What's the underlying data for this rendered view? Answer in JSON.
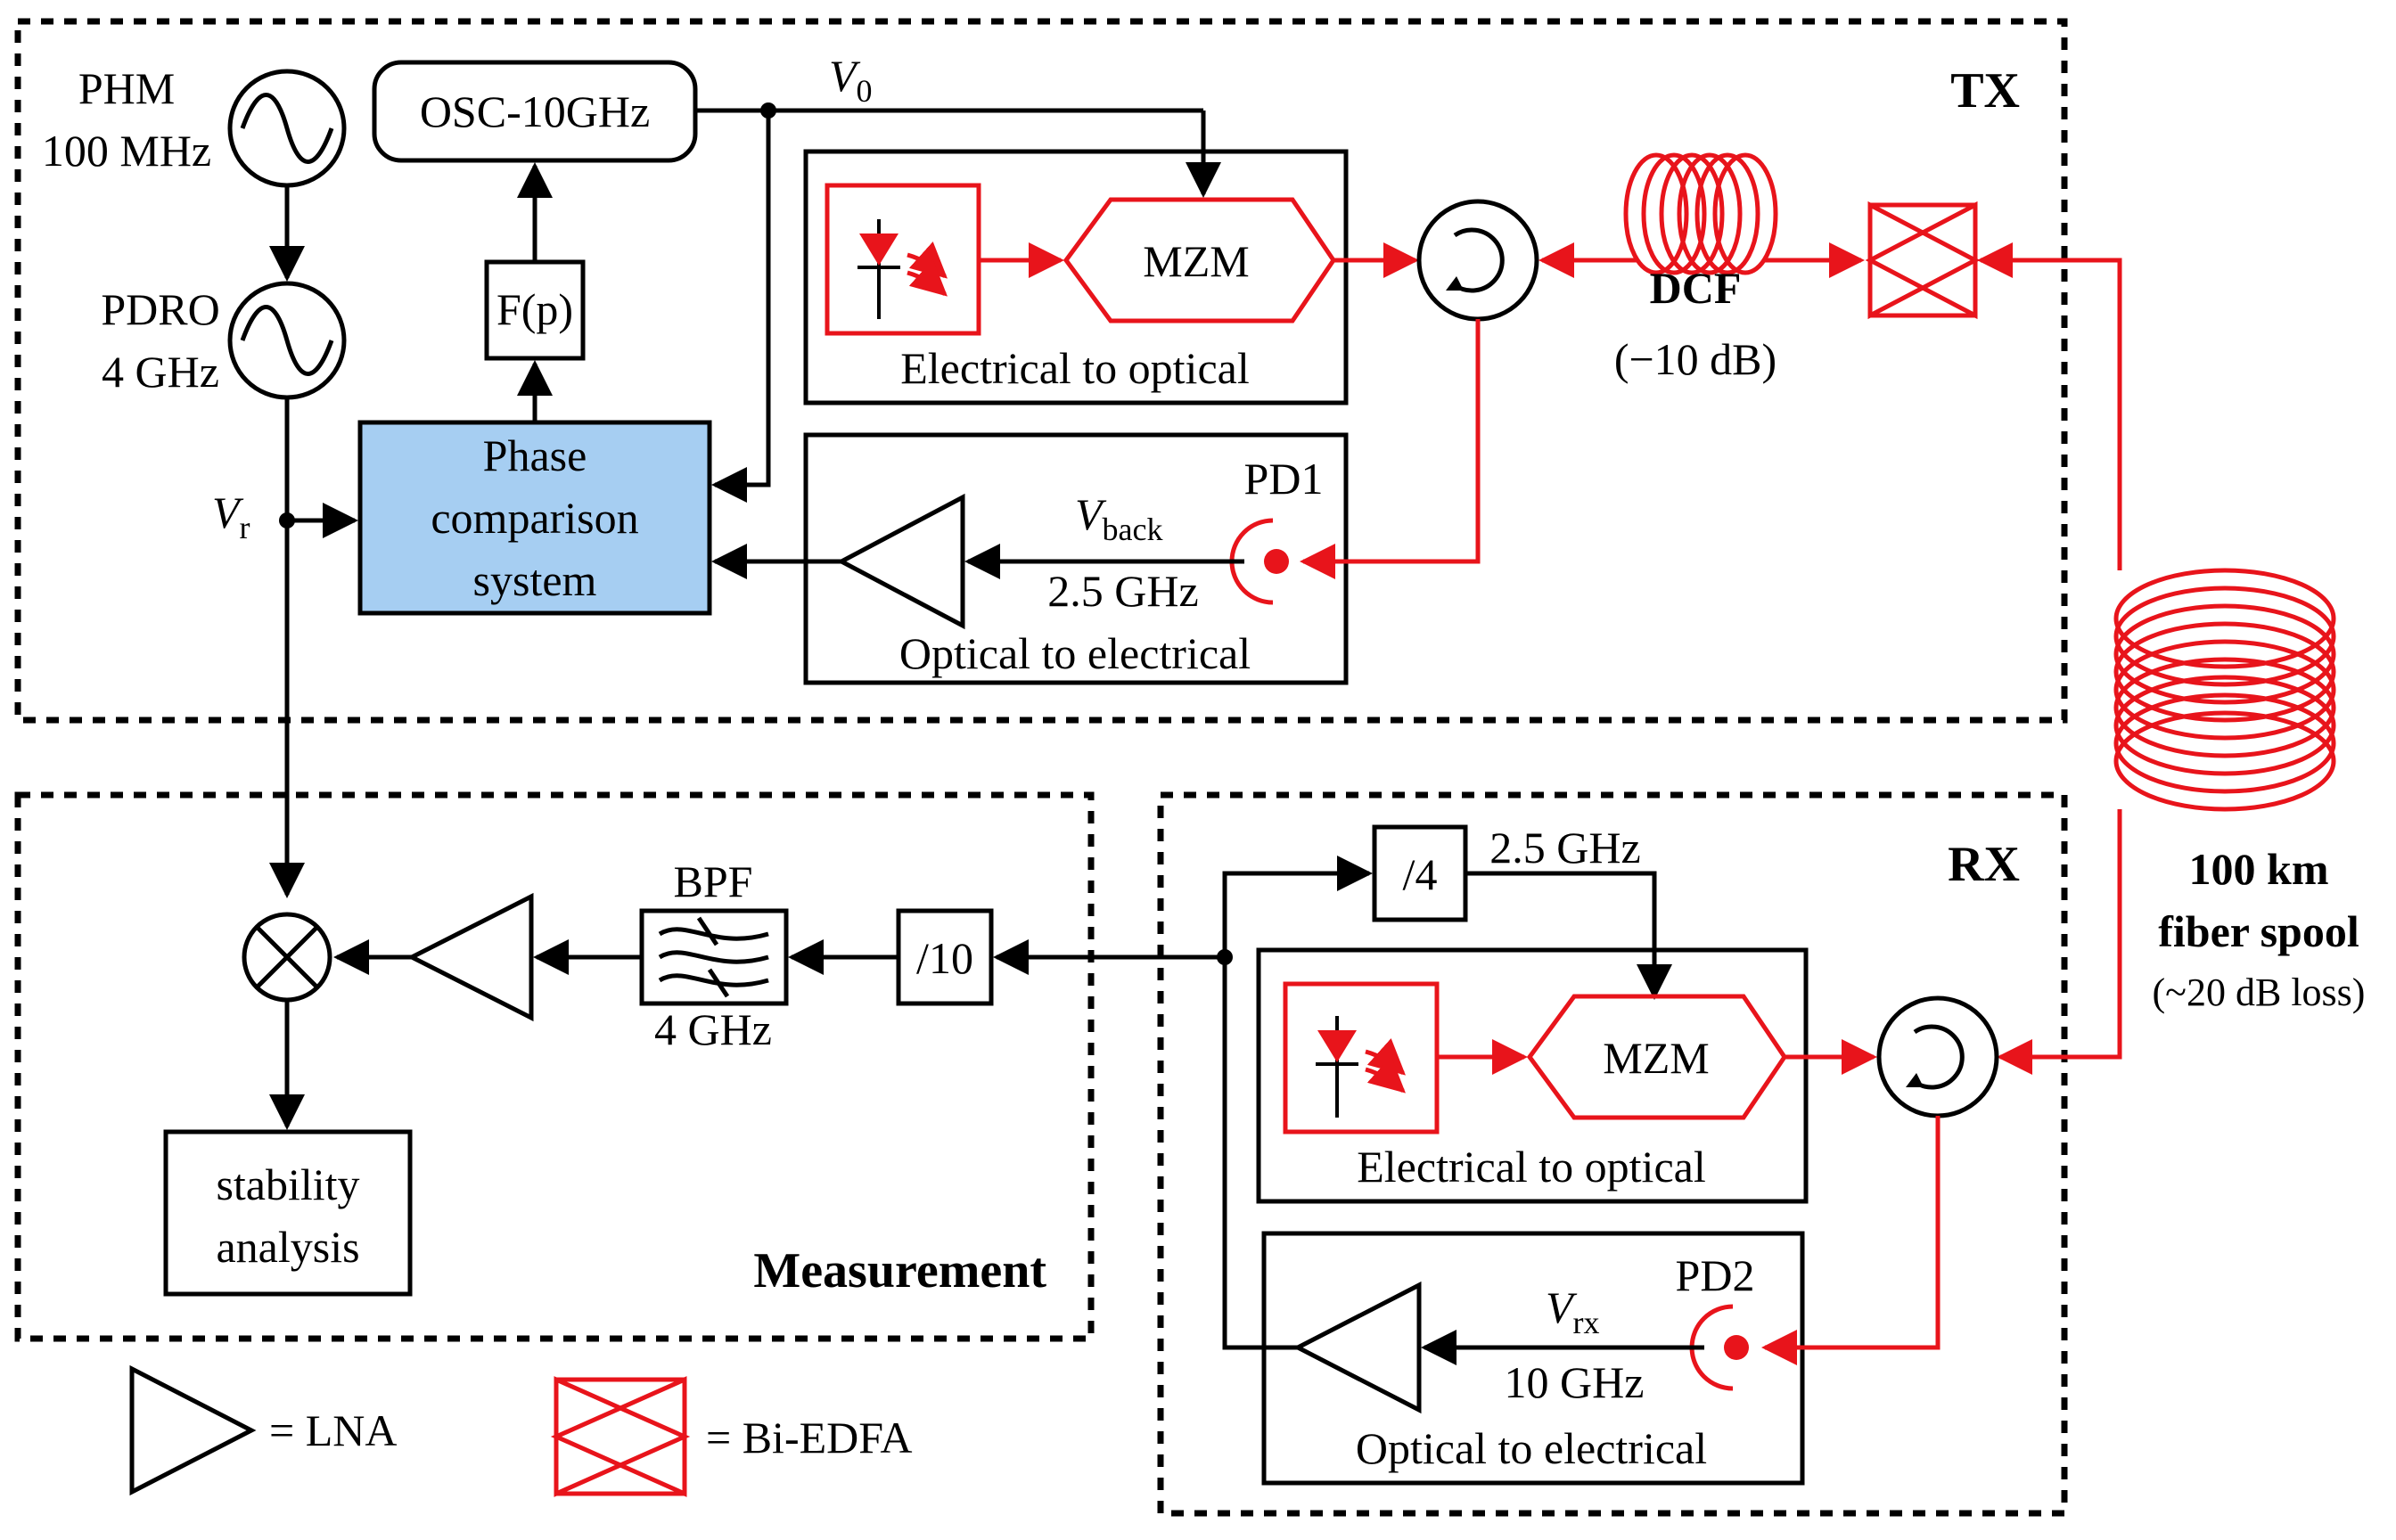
{
  "sections": {
    "tx": "TX",
    "rx": "RX",
    "measurement": "Measurement"
  },
  "sources": {
    "phm_name": "PHM",
    "phm_freq": "100 MHz",
    "pdro_name": "PDRO",
    "pdro_freq": "4 GHz"
  },
  "tx": {
    "osc": "OSC-10GHz",
    "filter": "F(p)",
    "phase_line1": "Phase",
    "phase_line2": "comparison",
    "phase_line3": "system",
    "v0_main": "V",
    "v0_sub": "0",
    "vr_main": "V",
    "vr_sub": "r",
    "mzm": "MZM",
    "e2o": "Electrical to optical",
    "pd": "PD1",
    "vback_main": "V",
    "vback_sub": "back",
    "freq": "2.5 GHz",
    "o2e": "Optical to electrical",
    "dcf": "DCF",
    "dcf_loss": "(−10 dB)"
  },
  "fiber": {
    "line1": "100 km",
    "line2": "fiber spool",
    "loss": "(~20 dB loss)"
  },
  "rx": {
    "div4": "/4",
    "freq_div": "2.5 GHz",
    "mzm": "MZM",
    "e2o": "Electrical to optical",
    "pd": "PD2",
    "vrx_main": "V",
    "vrx_sub": "rx",
    "freq": "10 GHz",
    "o2e": "Optical to electrical"
  },
  "measurement": {
    "bpf": "BPF",
    "bpf_freq": "4 GHz",
    "div10": "/10",
    "stab_line1": "stability",
    "stab_line2": "analysis"
  },
  "legend": {
    "lna": "= LNA",
    "edfa": "= Bi-EDFA"
  },
  "colors": {
    "optical": "#e8141b",
    "electrical": "#000000",
    "phase_box": "#a6cef2"
  }
}
